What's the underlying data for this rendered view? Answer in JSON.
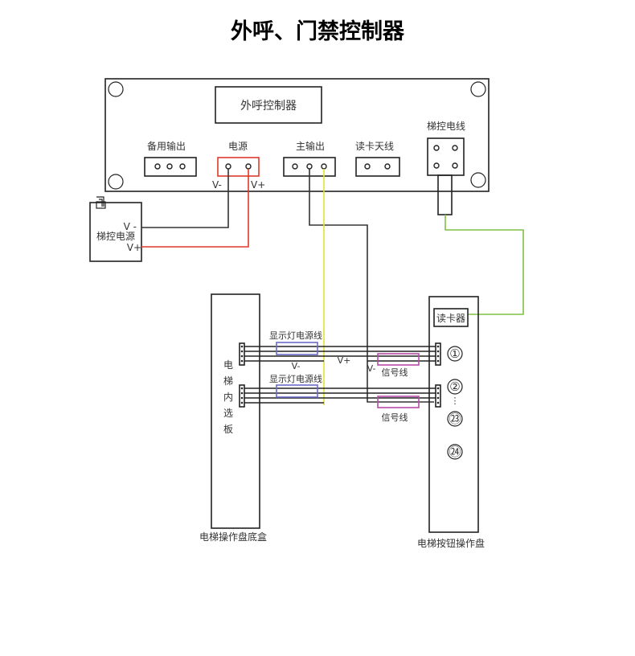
{
  "title": "外呼、门禁控制器",
  "controller": {
    "name": "外呼控制器",
    "ports": {
      "backup_output": "备用输出",
      "power": "电源",
      "main_output": "主输出",
      "card_antenna": "读卡天线",
      "elevator_control_line": "梯控电线"
    },
    "power_minus": "V-",
    "power_plus": "V+"
  },
  "power_supply": {
    "name": "梯控电源",
    "minus": "V -",
    "plus": "V+"
  },
  "inner_panel": {
    "vertical_label": [
      "电",
      "梯",
      "内",
      "选",
      "板"
    ],
    "caption": "电梯操作盘底盒",
    "harness_label_1": "显示灯电源线",
    "harness_label_2": "显示灯电源线",
    "v_minus_left": "V-",
    "v_plus": "V+",
    "v_minus_right": "V-"
  },
  "button_panel": {
    "card_reader": "读卡器",
    "caption": "电梯按钮操作盘",
    "signal_label_1": "信号线",
    "signal_label_2": "信号线",
    "buttons": [
      "①",
      "②",
      "⋮",
      "㉓",
      "㉔"
    ]
  },
  "colors": {
    "power_plus_wire": "#e0392b",
    "signal_yellow_wire": "#e8e030",
    "card_reader_wire": "#7dc242",
    "display_power_box": "#6a6ac8",
    "signal_box": "#b84aa8",
    "power_port_border": "#e0392b"
  }
}
